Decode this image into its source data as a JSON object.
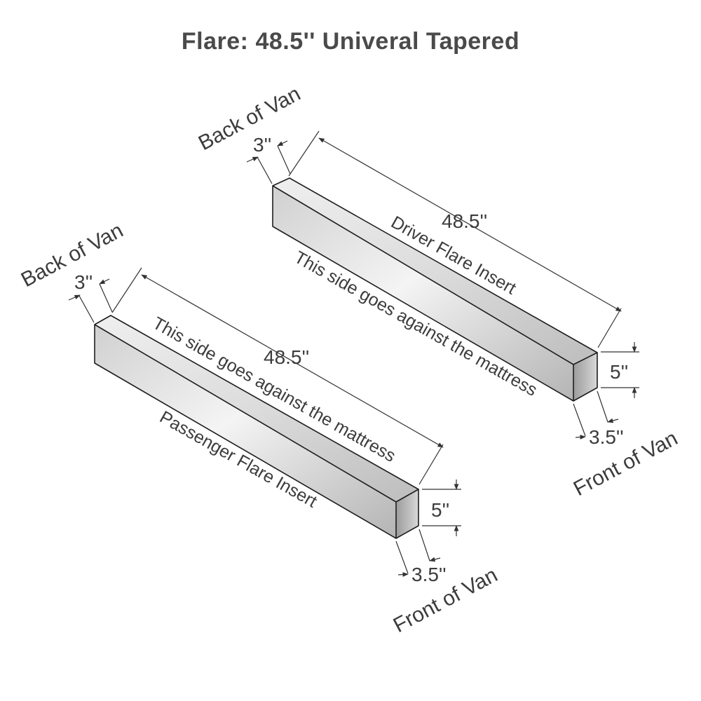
{
  "title": "Flare: 48.5'' Univeral Tapered",
  "inserts": {
    "driver": {
      "name": "Driver Flare Insert",
      "side_note": "This side goes against the mattress",
      "length": "48.5''",
      "back_width": "3''",
      "front_height": "5''",
      "front_width": "3.5''",
      "back_label": "Back of Van",
      "front_label": "Front of Van"
    },
    "passenger": {
      "name": "Passenger Flare Insert",
      "side_note": "This side goes against the mattress",
      "length": "48.5''",
      "back_width": "3''",
      "front_height": "5''",
      "front_width": "3.5''",
      "back_label": "Back of Van",
      "front_label": "Front of Van"
    }
  },
  "colors": {
    "title": "#4a4a4a",
    "text": "#3c3c3c",
    "bar_light": "#f2f2f2",
    "bar_mid": "#cfcfcf",
    "bar_dark": "#a8a8a8",
    "edge": "#1e1e1e"
  }
}
